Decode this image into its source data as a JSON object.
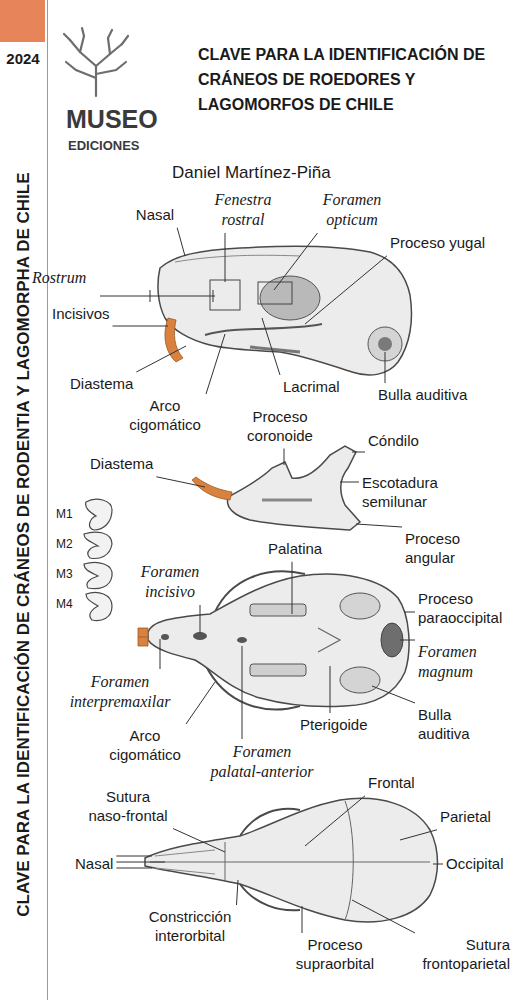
{
  "diagram": {
    "title": "CLAVE PARA LA IDENTIFICACIÓN DE CRÁNEOS DE ROEDORES Y LAGOMORFOS DE CHILE",
    "labels": [
      "2024",
      "CLAVE PARA LA IDENTIFICACIÓN DE CRÁNEOS DE RODENTIA Y LAGOMORPHA DE CHILE",
      "MUSEO",
      "EDICIONES",
      "Daniel Martínez-Piña",
      "Nasal",
      "Fenestra rostral",
      "Foramen opticum",
      "Proceso yugal",
      "Rostrum",
      "Incisivos",
      "Diastema",
      "Arco cigomático",
      "Lacrimal",
      "Bulla auditiva",
      "Proceso coronoide",
      "Cóndilo",
      "Diastema",
      "Escotadura semilunar",
      "Proceso angular",
      "M1",
      "M2",
      "M3",
      "M4",
      "Foramen incisivo",
      "Palatina",
      "Proceso paraoccipital",
      "Foramen magnum",
      "Foramen interpremaxilar",
      "Arco cigomático",
      "Foramen palatal-anterior",
      "Pterigoide",
      "Bulla auditiva",
      "Sutura naso-frontal",
      "Frontal",
      "Parietal",
      "Nasal",
      "Occipital",
      "Constricción interorbital",
      "Proceso supraorbital",
      "Sutura frontoparietal"
    ]
  }
}
